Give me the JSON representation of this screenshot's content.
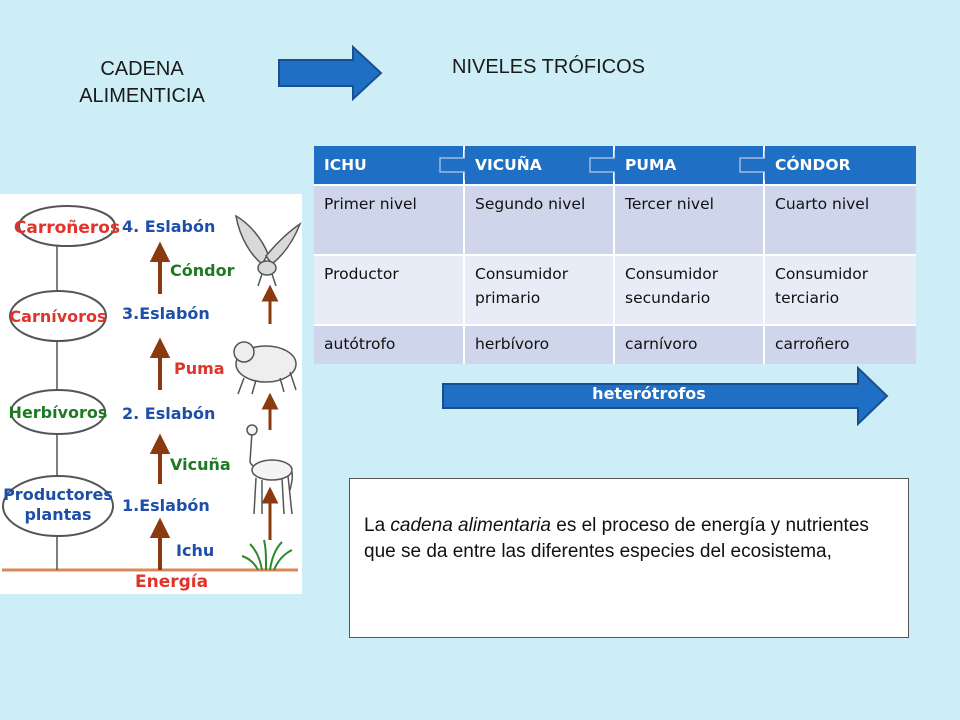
{
  "header": {
    "left_title_line1": "CADENA",
    "left_title_line2": "ALIMENTICIA",
    "right_title": "NIVELES TRÓFICOS"
  },
  "table": {
    "headers": [
      "ICHU",
      "VICUÑA",
      "PUMA",
      "CÓNDOR"
    ],
    "rows": [
      [
        "Primer nivel",
        "Segundo nivel",
        "Tercer nivel",
        "Cuarto nivel"
      ],
      [
        "Productor",
        "Consumidor primario",
        "Consumidor secundario",
        "Consumidor terciario"
      ],
      [
        "autótrofo",
        "herbívoro",
        "carnívoro",
        "carroñero"
      ]
    ]
  },
  "heterotrophs_label": "heterótrofos",
  "definition": {
    "part1": "La ",
    "italic": "cadena alimentaria",
    "part2": " es el proceso de energía y nutrientes que se da entre las diferentes especies del ecosistema,"
  },
  "diagram": {
    "levels": [
      "Carroñeros",
      "Carnívoros",
      "Herbívoros",
      "Productores",
      "plantas"
    ],
    "links": [
      "4. Eslabón",
      "3.Eslabón",
      "2. Eslabón",
      "1.Eslabón"
    ],
    "organisms": [
      "Cóndor",
      "Puma",
      "Vicuña",
      "Ichu"
    ],
    "energy": "Energía"
  },
  "colors": {
    "background": "#cdeef6",
    "header_blue": "#1f6fc4",
    "row_dark": "#cfd6eb",
    "row_light": "#e8ecf6",
    "arrow_brown": "#8b3a10",
    "label_red": "#e0342a",
    "label_green": "#1d7a22",
    "label_blue": "#1f4ea8"
  }
}
